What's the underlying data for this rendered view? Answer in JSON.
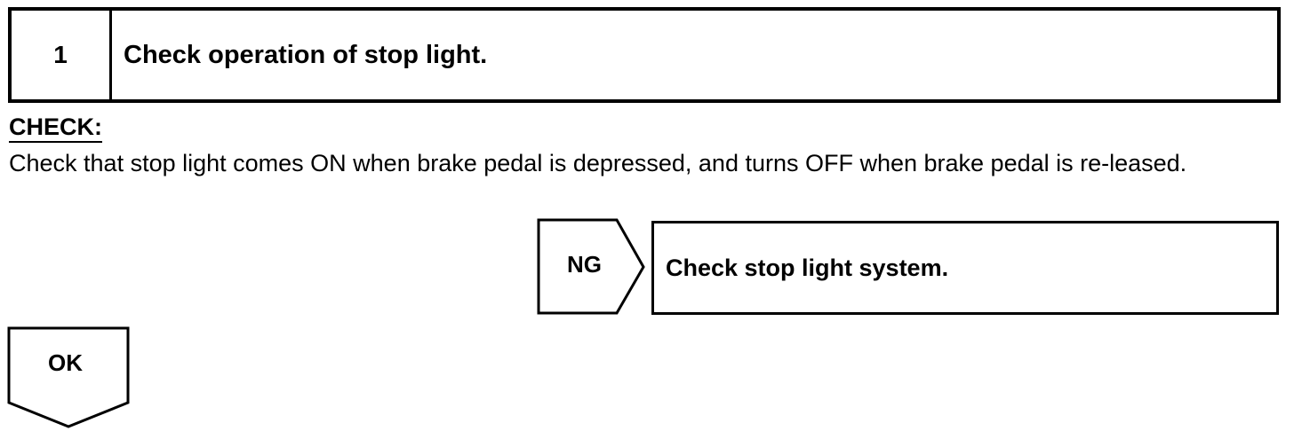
{
  "step": {
    "number": "1",
    "title": "Check operation of stop light."
  },
  "check": {
    "label": "CHECK:",
    "text": "Check that stop light comes ON when brake pedal is depressed, and turns OFF when brake pedal is re-leased."
  },
  "ng": {
    "label": "NG",
    "result": "Check stop light system."
  },
  "ok": {
    "label": "OK"
  }
}
